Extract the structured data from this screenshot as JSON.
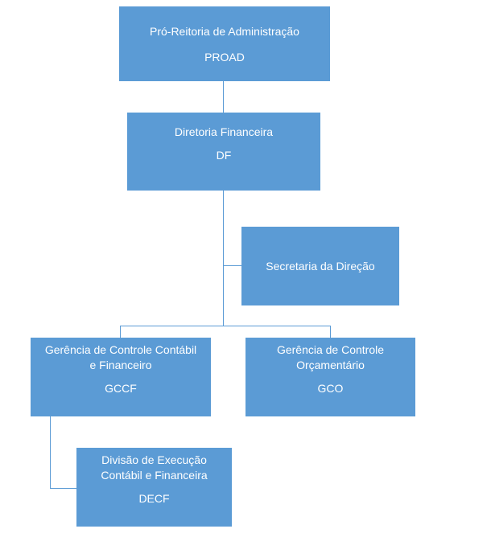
{
  "colors": {
    "node_fill": "#5b9bd5",
    "node_text": "#ffffff",
    "connector": "#5b9bd5",
    "background": "#ffffff"
  },
  "diagram": {
    "type": "org-chart",
    "nodes": {
      "proad": {
        "lines": [
          "Pró-Reitoria de Administração",
          "PROAD"
        ]
      },
      "df": {
        "lines": [
          "Diretoria Financeira",
          "DF"
        ]
      },
      "secretaria": {
        "lines": [
          "Secretaria da Direção"
        ]
      },
      "gccf": {
        "lines": [
          "Gerência de Controle Contábil",
          "e Financeiro",
          "GCCF"
        ]
      },
      "gco": {
        "lines": [
          "Gerência de Controle",
          "Orçamentário",
          "GCO"
        ]
      },
      "decf": {
        "lines": [
          "Divisão de Execução",
          "Contábil e Financeira",
          "DECF"
        ]
      }
    },
    "edges": [
      {
        "from": "proad",
        "to": "df"
      },
      {
        "from": "df",
        "to": "secretaria"
      },
      {
        "from": "df",
        "to": "gccf"
      },
      {
        "from": "df",
        "to": "gco"
      },
      {
        "from": "gccf",
        "to": "decf"
      }
    ]
  }
}
